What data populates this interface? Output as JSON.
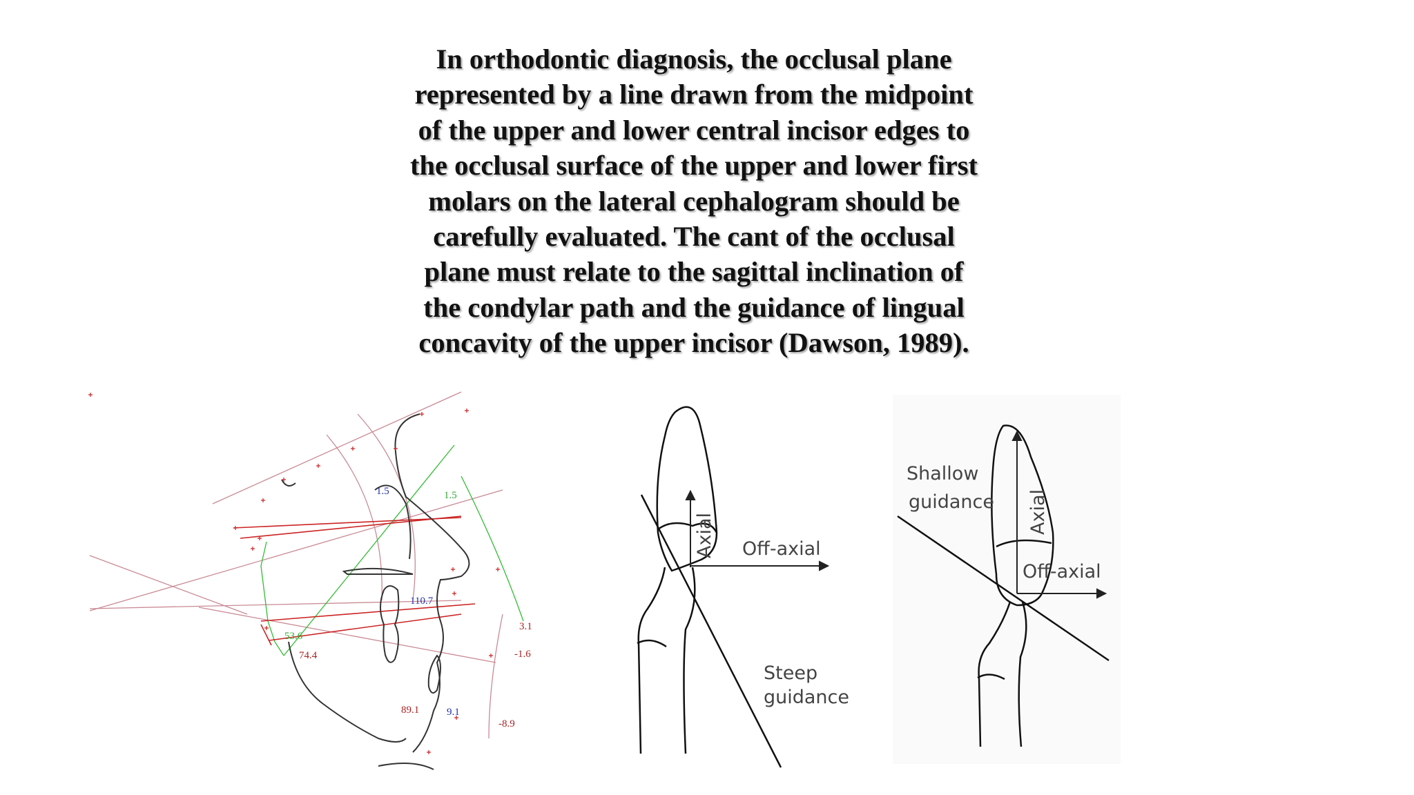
{
  "paragraph_lines": [
    "In orthodontic diagnosis, the occlusal plane",
    "represented by a line drawn from the midpoint",
    "of the upper and lower central incisor edges to",
    "the occlusal surface of the upper and lower first",
    "molars on the lateral cephalogram should be",
    "carefully evaluated. The cant of the occlusal",
    "plane must relate to the sagittal inclination of",
    "the condylar path and the guidance of lingual",
    "concavity of the upper incisor (Dawson, 1989)."
  ],
  "ceph_labels": {
    "l1": "1.5",
    "l2": "1.5",
    "l3": "110.7",
    "l4": "53.6",
    "l5": "74.4",
    "l6": "3.1",
    "l7": "-1.6",
    "l8": "89.1",
    "l9": "9.1",
    "l10": "-8.9"
  },
  "colors": {
    "red_line": "#cc2222",
    "pink_line": "#c98a94",
    "green_line": "#33bb33",
    "blue_text": "#2233aa",
    "red_text": "#aa2222",
    "green_text": "#33aa33"
  },
  "steep_figure": {
    "axial_label": "Axial",
    "off_axial_label": "Off-axial",
    "guidance_line1": "Steep",
    "guidance_line2": "guidance"
  },
  "shallow_figure": {
    "axial_label": "Axial",
    "off_axial_label": "Off-axial",
    "guidance_line1": "Shallow",
    "guidance_line2": "guidance"
  }
}
